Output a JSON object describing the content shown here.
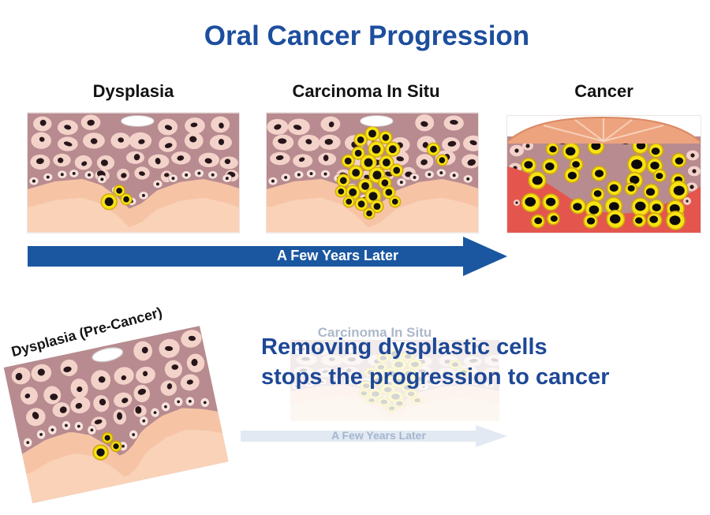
{
  "title": "Oral Cancer Progression",
  "stages": [
    {
      "label": "Dysplasia"
    },
    {
      "label": "Carcinoma In Situ"
    },
    {
      "label": "Cancer"
    }
  ],
  "timeline": {
    "label": "A Few Years Later"
  },
  "precancer_card": {
    "label": "Dysplasia (Pre-Cancer)"
  },
  "message": {
    "line1": "Removing dysplastic cells",
    "line2": "stops the progression to cancer"
  },
  "ghost": {
    "stage_label": "Carcinoma In Situ",
    "arrow_label": "A Few Years Later"
  },
  "colors": {
    "title_blue": "#1d4e9e",
    "message_blue": "#1e4896",
    "arrow_blue": "#1a57a0",
    "epithelium_mauve": "#b78b8f",
    "cell_pink": "#f3d2ca",
    "small_cell_pink": "#f8e4de",
    "nucleus_dark": "#26161a",
    "connective_salmon": "#f6c4a5",
    "connective_salmon_light": "#fbd8c1",
    "dysplastic_yellow": "#f8e313",
    "dysplastic_yellow_edge": "#cfa90d",
    "cancer_red": "#e4564d",
    "lesion_dome": "#eda37e",
    "lesion_dome_edge": "#d98a64",
    "ghost_arrow_fill": "#dde6f0"
  }
}
